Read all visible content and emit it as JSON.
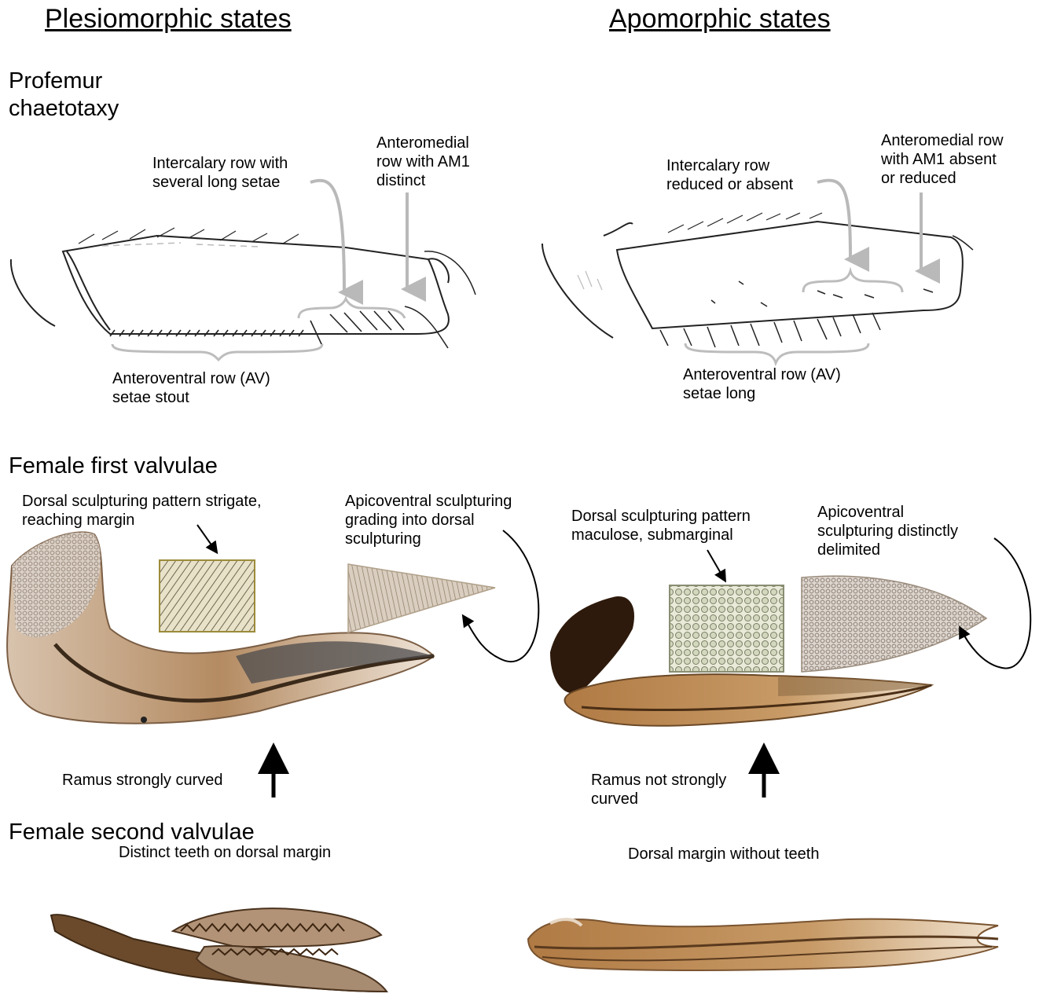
{
  "headers": {
    "plesiomorphic": "Plesiomorphic states",
    "apomorphic": "Apomorphic states"
  },
  "sections": {
    "profemur": "Profemur\nchaetotaxy",
    "first_valvulae": "Female first valvulae",
    "second_valvulae": "Female second valvulae"
  },
  "profemur": {
    "plesio": {
      "intercalary": "Intercalary row with\nseveral long setae",
      "anteromedial": "Anteromedial\nrow with AM1\ndistinct",
      "anteroventral": "Anteroventral row (AV)\nsetae stout"
    },
    "apo": {
      "intercalary": "Intercalary row\nreduced or absent",
      "anteromedial": "Anteromedial row\nwith AM1 absent\nor reduced",
      "anteroventral": "Anteroventral row (AV)\nsetae long"
    }
  },
  "first_valvulae": {
    "plesio": {
      "dorsal": "Dorsal sculpturing pattern strigate,\nreaching margin",
      "apicoventral": "Apicoventral sculpturing\ngrading into dorsal\nsculpturing",
      "ramus": "Ramus strongly curved"
    },
    "apo": {
      "dorsal": "Dorsal sculpturing pattern\nmaculose, submarginal",
      "apicoventral": "Apicoventral\nsculpturing distinctly\ndelimited",
      "ramus": "Ramus not strongly\ncurved"
    }
  },
  "second_valvulae": {
    "plesio": {
      "label": "Distinct teeth on dorsal margin"
    },
    "apo": {
      "label": "Dorsal margin without teeth"
    }
  },
  "colors": {
    "pointer_gray": "#b9b9b9",
    "valvula_light": "#c9a987",
    "valvula_dark": "#5a3a1e",
    "sculpture": "#8c7a62"
  }
}
